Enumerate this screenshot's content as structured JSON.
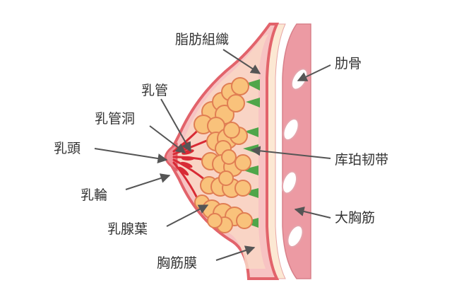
{
  "labels": {
    "adipose_tissue": "脂肪組織",
    "lactiferous_duct": "乳管",
    "lactiferous_sinus": "乳管洞",
    "nipple": "乳頭",
    "areola": "乳輪",
    "mammary_lobe": "乳腺葉",
    "pectoral_fascia": "胸筋膜",
    "rib": "肋骨",
    "cooper_ligament": "库珀韧带",
    "pectoralis_major": "大胸筋"
  },
  "colors": {
    "skin_outline": "#e2636b",
    "skin_fill": "#f7c3c3",
    "fat_band": "#fce8d3",
    "muscle": "#ec9aa3",
    "rib_fill": "#ffffff",
    "rib_outline": "#e5a4ac",
    "lobule_fill": "#f9c27b",
    "lobule_outline": "#e07e53",
    "ligament": "#4fa64a",
    "duct": "#d82a35",
    "pointer": "#555555",
    "text": "#333333"
  }
}
